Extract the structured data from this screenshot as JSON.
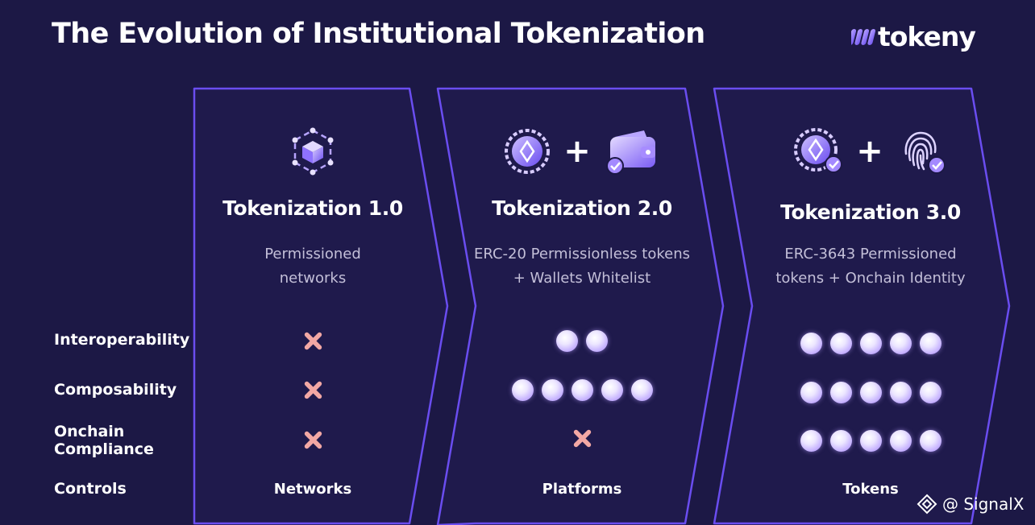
{
  "page": {
    "title": "The Evolution of Institutional Tokenization"
  },
  "brand": {
    "name": "tokeny",
    "icon": "tokeny-logo-icon"
  },
  "colors": {
    "background": "#1c1845",
    "chevron_border": "#6a4df0",
    "dot": "#c9b4ff",
    "cross": "#f2a8a4",
    "subtitle": "#c3bfd8"
  },
  "row_labels": {
    "interoperability": "Interoperability",
    "composability": "Composability",
    "compliance_line1": "Onchain",
    "compliance_line2": "Compliance",
    "controls": "Controls"
  },
  "columns": [
    {
      "title": "Tokenization 1.0",
      "subtitle_line1": "Permissioned",
      "subtitle_line2": "networks",
      "icons": [
        "network-cube-icon"
      ],
      "interoperability": 0,
      "composability": 0,
      "onchain_compliance": 0,
      "controls": "Networks"
    },
    {
      "title": "Tokenization 2.0",
      "subtitle_line1": "ERC-20 Permissionless tokens",
      "subtitle_line2": "+ Wallets Whitelist",
      "icons": [
        "token-coin-icon",
        "plus",
        "wallet-check-icon"
      ],
      "interoperability": 2,
      "composability": 5,
      "onchain_compliance": 0,
      "controls": "Platforms"
    },
    {
      "title": "Tokenization 3.0",
      "subtitle_line1": "ERC-3643 Permissioned",
      "subtitle_line2": "tokens  + Onchain Identity",
      "icons": [
        "token-coin-check-icon",
        "plus",
        "fingerprint-check-icon"
      ],
      "interoperability": 5,
      "composability": 5,
      "onchain_compliance": 5,
      "controls": "Tokens"
    }
  ],
  "plus_sign": "+",
  "watermark": {
    "text": "@ SignalX",
    "icon": "signalx-logo-icon"
  }
}
